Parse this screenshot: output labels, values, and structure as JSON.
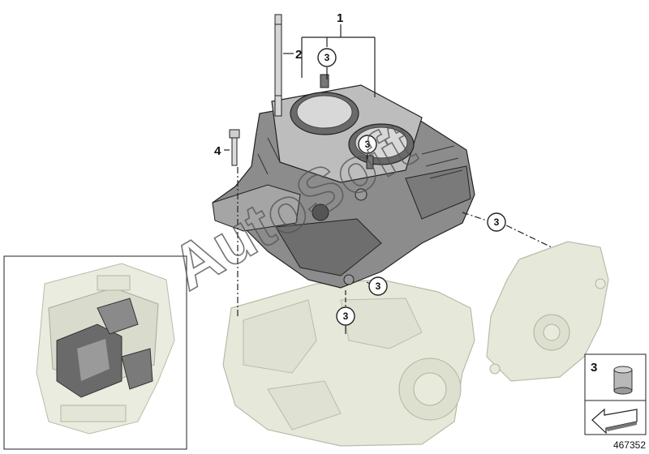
{
  "callouts": {
    "part_1": "1",
    "part_2": "2",
    "part_3": "3",
    "part_4": "4"
  },
  "legend": {
    "part_number": "3"
  },
  "watermark": "AutoSoft",
  "reference_number": "467352",
  "colors": {
    "line": "#222222",
    "ghost_fill": "#e6e8d9",
    "ghost_stroke": "#b9bca8",
    "block_dark": "#5a5a5a",
    "block_mid": "#8a8a8a",
    "block_light": "#bdbdbd"
  },
  "icons": {
    "sleeve": "cylinder-sleeve-icon",
    "pointer": "arrow-pointer-icon"
  }
}
